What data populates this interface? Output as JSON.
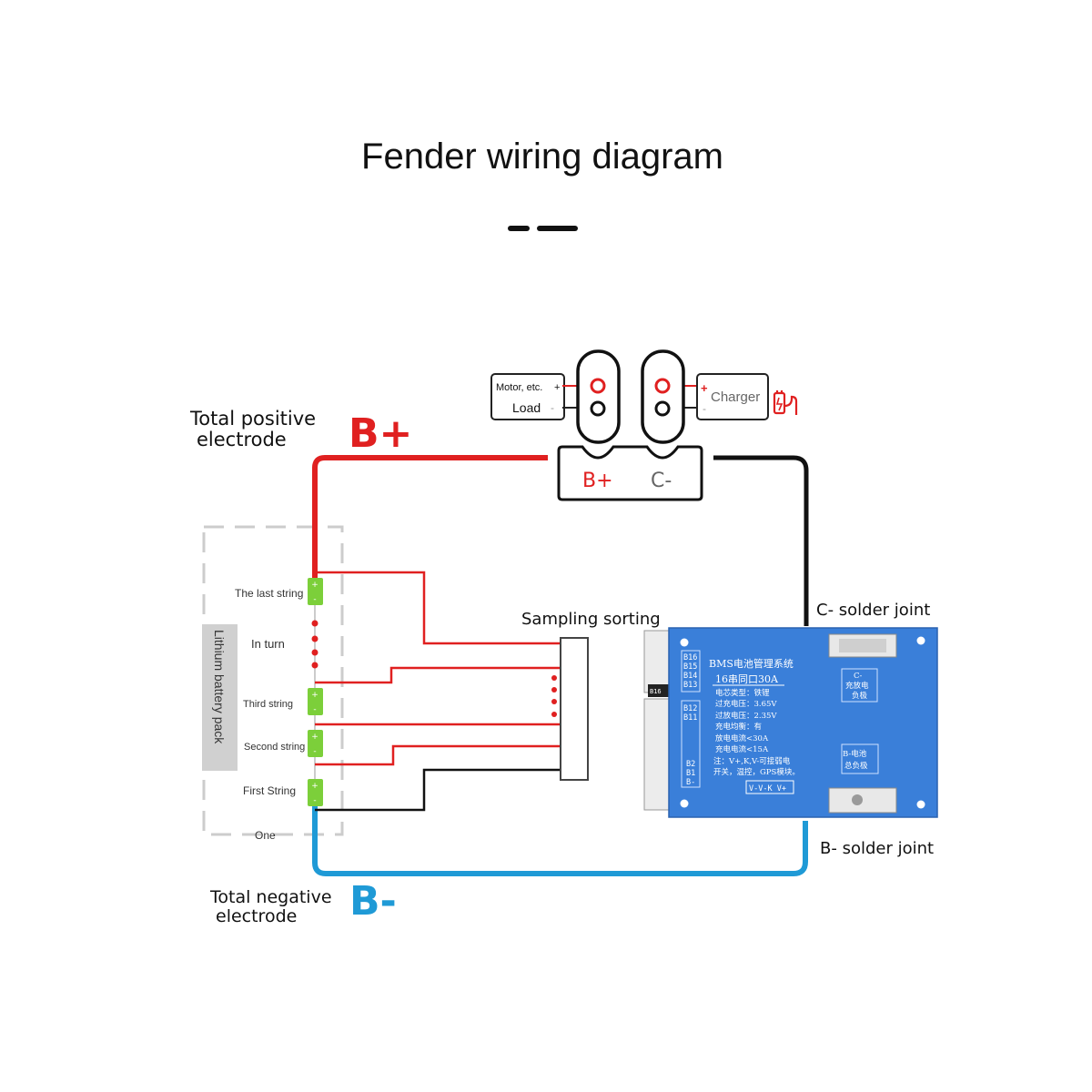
{
  "title": "Fender wiring diagram",
  "labels": {
    "total_positive_line1": "Total positive",
    "total_positive_line2": "electrode",
    "b_plus": "B+",
    "total_negative_line1": "Total negative",
    "total_negative_line2": "electrode",
    "b_minus": "B-",
    "sampling_sorting": "Sampling sorting",
    "c_solder_joint": "C- solder joint",
    "b_solder_joint": "B- solder joint"
  },
  "load_box": {
    "line1": "Motor, etc.",
    "line2": "Load",
    "plus": "+",
    "minus": "-"
  },
  "charger_box": {
    "label": "Charger",
    "plus": "+",
    "minus": "-"
  },
  "connector": {
    "b_plus": "B+",
    "c_minus": "C-"
  },
  "battery_pack": {
    "label": "Lithium battery pack",
    "strings": [
      "The last string",
      "In turn",
      "Third string",
      "Second string",
      "First String"
    ],
    "bottom_label": "One",
    "cell_plus": "+",
    "cell_minus": "-"
  },
  "bms": {
    "title": "BMS电池管理系统",
    "subtitle": "16串同口30A",
    "specs": [
      "电芯类型：铁锂",
      "过充电压：3.65V",
      "过放电压：2.35V",
      "充电均衡：有",
      "放电电流<30A",
      "充电电流<15A",
      "注：V+,K,V-可接弱电",
      "开关，温控，GPS模块。"
    ],
    "pins_top": [
      "B16",
      "B15",
      "B14",
      "B13"
    ],
    "pins_mid": [
      "B12",
      "B11"
    ],
    "pins_bottom": [
      "B2",
      "B1",
      "B-"
    ],
    "port_label": "V-V-K  V+",
    "c_pad_label": [
      "C-",
      "充放电",
      "负极"
    ],
    "b_pad_label": [
      "B-电池",
      "总负极"
    ],
    "chip_label": "B16"
  },
  "colors": {
    "positive": "#e02020",
    "negative": "#1f9ad6",
    "wire": "#111111",
    "board": "#3a7fd9",
    "cell": "#7ccf3a"
  },
  "icons": [
    "charger-plug-icon"
  ]
}
